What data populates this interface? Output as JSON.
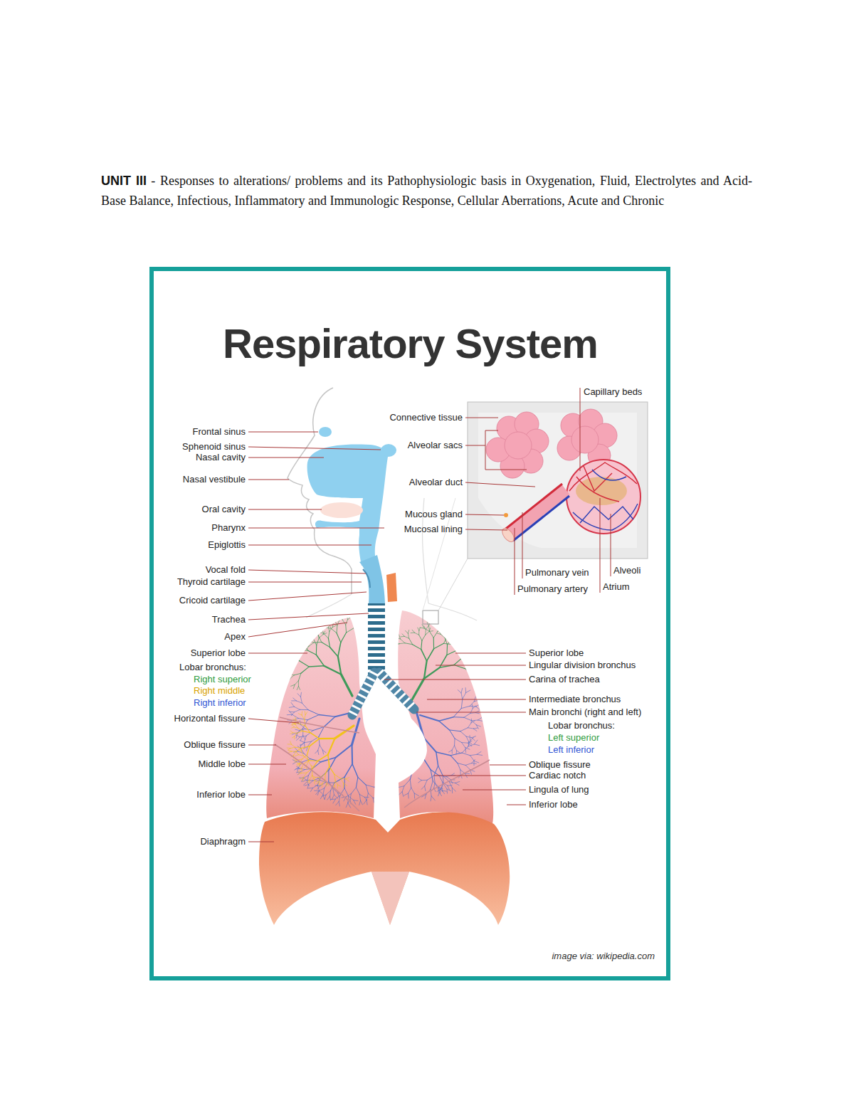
{
  "diagram": {
    "title": "Respiratory System",
    "labels": [
      "UNIT III",
      "- Responses to alterations/ problems and its Pathophysiologic basis in Oxygenation, Fluid, Electrolytes and Acid-Base Balance, Infectious, Inflammatory and Immunologic Response, Cellular Aberrations, Acute and Chronic",
      "Frontal sinus",
      "Sphenoid sinus",
      "Nasal cavity",
      "Nasal vestibule",
      "Oral cavity",
      "Pharynx",
      "Epiglottis",
      "Vocal fold",
      "Thyroid cartilage",
      "Cricoid cartilage",
      "Trachea",
      "Apex",
      "Superior lobe",
      "Lobar bronchus:",
      "Right superior",
      "Right middle",
      "Right inferior",
      "Horizontal fissure",
      "Oblique fissure",
      "Middle lobe",
      "Inferior lobe",
      "Diaphragm",
      "Connective tissue",
      "Alveolar sacs",
      "Alveolar duct",
      "Mucous gland",
      "Mucosal lining",
      "Capillary beds",
      "Pulmonary vein",
      "Pulmonary artery",
      "Alveoli",
      "Atrium",
      "Superior lobe",
      "Lingular division bronchus",
      "Carina of trachea",
      "Intermediate bronchus",
      "Main bronchi (right and left)",
      "Lobar bronchus:",
      "Left superior",
      "Left inferior",
      "Oblique fissure",
      "Cardiac notch",
      "Lingula of lung",
      "Inferior lobe",
      "image via: wikipedia.com"
    ]
  }
}
